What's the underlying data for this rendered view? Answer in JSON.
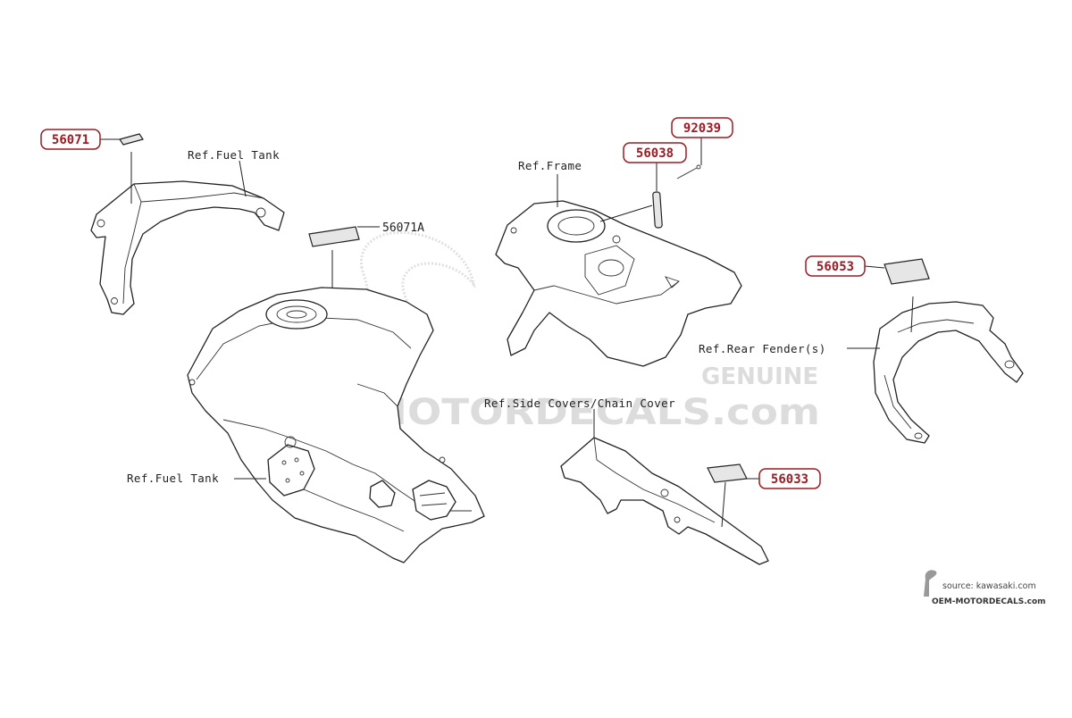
{
  "parts": {
    "p56071": "56071",
    "p56071A": "56071A",
    "p92039": "92039",
    "p56038": "56038",
    "p56053": "56053",
    "p56033": "56033"
  },
  "refs": {
    "fuel_tank_top": "Ref.Fuel Tank",
    "fuel_tank_left": "Ref.Fuel Tank",
    "frame": "Ref.Frame",
    "rear_fender": "Ref.Rear Fender(s)",
    "side_covers": "Ref.Side Covers/Chain Cover"
  },
  "watermark": {
    "genuine": "GENUINE",
    "site": "OEM-MOTORDECALS.com"
  },
  "source": {
    "line": "source: kawasaki.com",
    "brand": "OEM-MOTORDECALS.com"
  },
  "colors": {
    "part_label": "#9b1c24",
    "linework": "#222222",
    "watermark": "#dcdcdc"
  }
}
